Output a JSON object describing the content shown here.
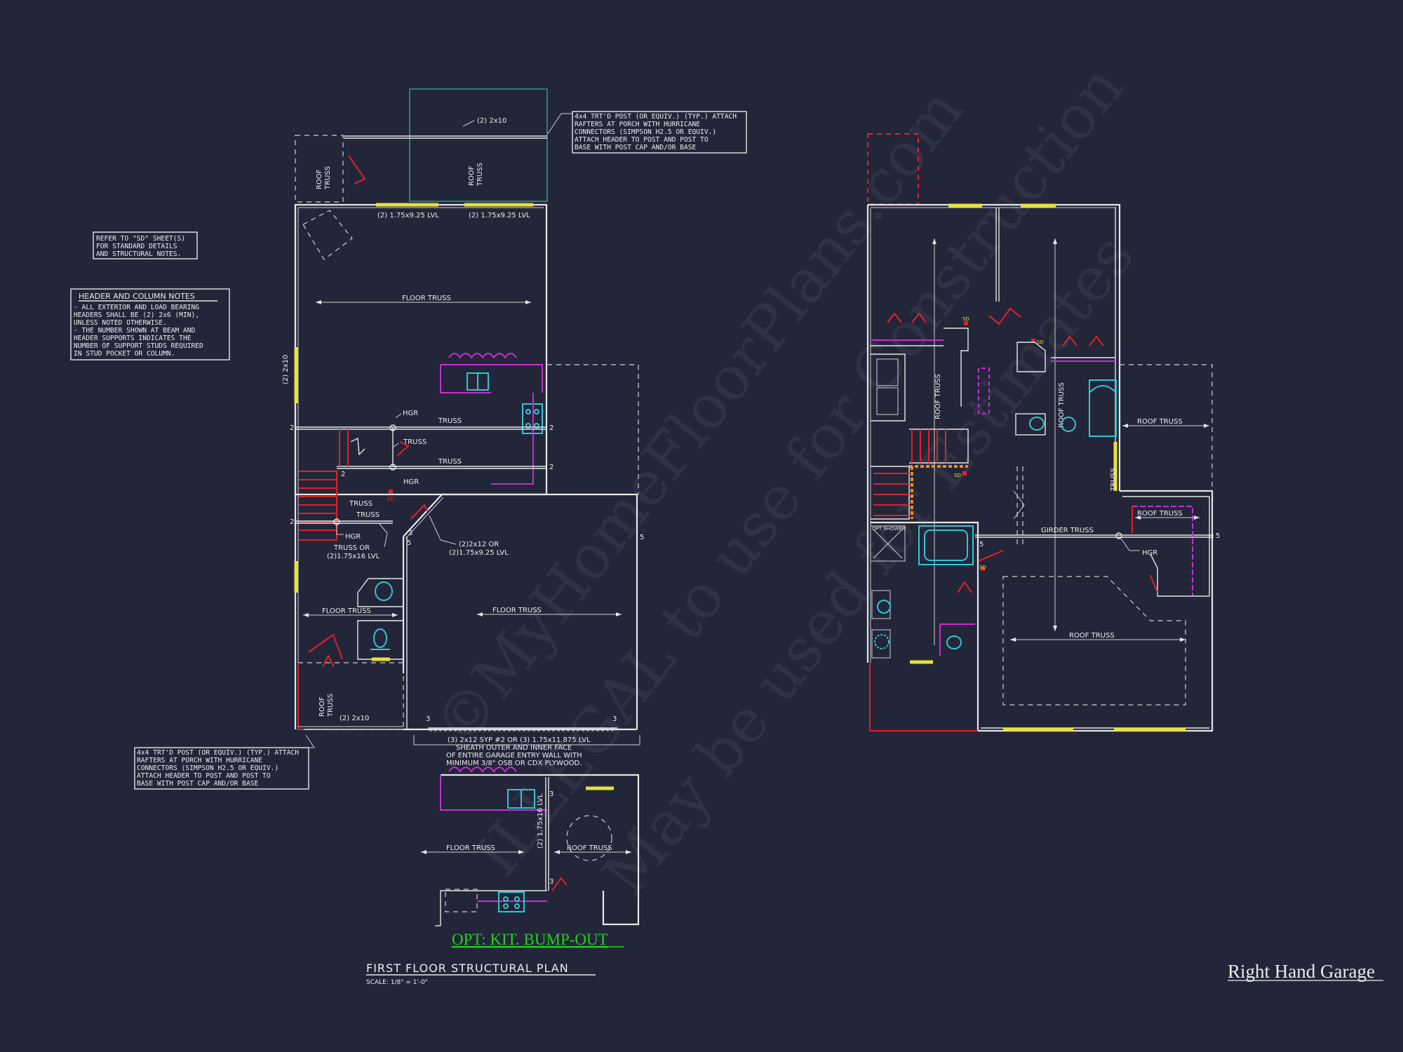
{
  "notes": {
    "refer_sd": [
      "REFER TO \"SD\" SHEET(S)",
      "FOR STANDARD DETAILS",
      "AND STRUCTURAL NOTES."
    ],
    "header_column_title": "HEADER AND COLUMN NOTES",
    "header_column_lines": [
      "- ALL EXTERIOR AND LOAD BEARING",
      "HEADERS SHALL BE (2) 2x6 (MIN),",
      "UNLESS NOTED OTHERWISE.",
      "- THE NUMBER SHOWN AT BEAM AND",
      "HEADER SUPPORTS INDICATES THE",
      "NUMBER OF SUPPORT STUDS REQUIRED",
      "IN STUD POCKET OR COLUMN."
    ],
    "porch_post_top": [
      "4x4 TRT'D POST (OR EQUIV.) (TYP.) ATTACH",
      "RAFTERS AT PORCH WITH HURRICANE",
      "CONNECTORS (SIMPSON H2.5 OR EQUIV.)",
      "ATTACH HEADER TO POST AND POST TO",
      "BASE WITH POST CAP AND/OR BASE"
    ],
    "porch_post_bottom": [
      "4x4 TRT'D POST (OR EQUIV.) (TYP.) ATTACH",
      "RAFTERS AT PORCH WITH HURRICANE",
      "CONNECTORS (SIMPSON H2.5 OR EQUIV.)",
      "ATTACH HEADER TO POST AND POST TO",
      "BASE WITH POST CAP AND/OR BASE"
    ],
    "garage_sheath": [
      "(3) 2x12 SYP #2 OR (3) 1.75x11.875 LVL",
      "SHEATH OUTER AND INNER FACE",
      "OF ENTIRE GARAGE ENTRY WALL WITH",
      "MINIMUM 3/8\" OSB OR CDX PLYWOOD."
    ]
  },
  "left_plan": {
    "lbl_2x10_top": "(2) 2x10",
    "roof_truss": "ROOF TRUSS",
    "roof": "ROOF",
    "truss": "TRUSS",
    "lvl_left": "(2) 1.75x9.25 LVL",
    "lvl_right": "(2) 1.75x9.25 LVL",
    "floor_truss": "FLOOR TRUSS",
    "side_2x10": "(2) 2x10",
    "hgr": "HGR",
    "truss_label": "TRUSS",
    "truss_or": [
      "TRUSS OR",
      "(2)1.75x16 LVL"
    ],
    "beam_2x12": [
      "(2)2x12 OR",
      "(2)1.75x9.25 LVL"
    ],
    "sd": "SD",
    "bottom_2x10": "(2) 2x10",
    "num_2": "2",
    "num_3": "3",
    "num_5": "5"
  },
  "kitchen_opt": {
    "floor_truss": "FLOOR TRUSS",
    "roof_truss": "ROOF TRUSS",
    "lvl_vertical": "(2) 1.75x16 LVL",
    "caption": "OPT: KIT. BUMP-OUT"
  },
  "plan_title": {
    "title": "FIRST FLOOR STRUCTURAL PLAN",
    "scale": "SCALE: 1/8\" = 1'-0\""
  },
  "right_plan": {
    "roof_truss": "ROOF TRUSS",
    "girder_truss": "GIRDER TRUSS",
    "truss": "TRUSS",
    "hgr": "HGR",
    "opt_shower": "OPT SHOWER",
    "sd": "SD",
    "num_5": "5"
  },
  "watermark": {
    "line1": "©MyHomeFloorPlans.com",
    "line2": "ILLEGAL to use for Construction",
    "line3": "May be used for Estimates"
  },
  "footer": {
    "garage_label": "Right Hand Garage"
  },
  "colors": {
    "background": "#232639",
    "walls": "#e6e6e6",
    "doors": "#e0202a",
    "cabinets": "#c42fd0",
    "fixtures": "#32c4d6",
    "windows": "#e7e13a",
    "option_text": "#20d020"
  }
}
